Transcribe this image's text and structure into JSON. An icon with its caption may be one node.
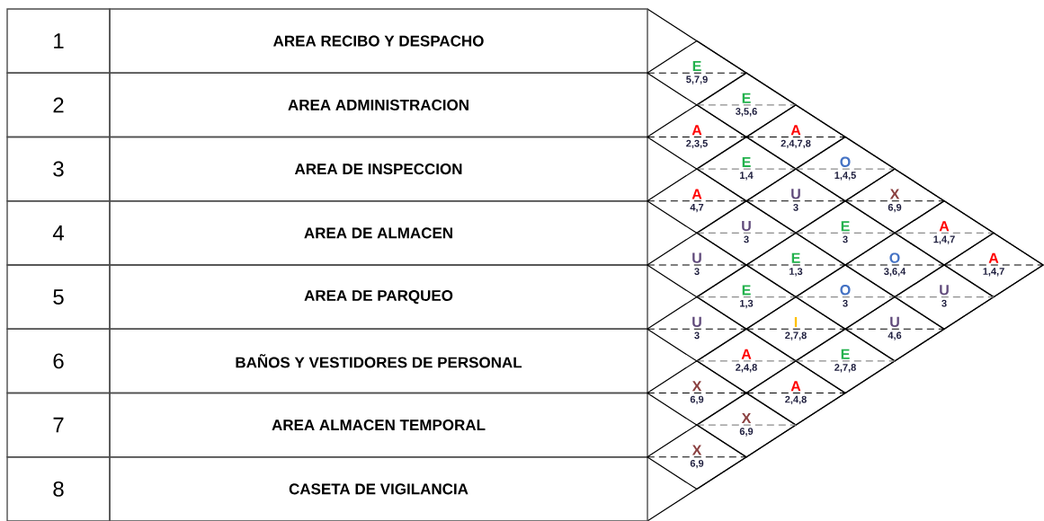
{
  "diagram": {
    "nodes": [
      {
        "text": [
          "E",
          "5,7,9"
        ]
      },
      {
        "text": [
          "E",
          "3,5,6"
        ]
      },
      {
        "text": [
          "A",
          "2,3,5"
        ]
      },
      {
        "text": [
          "A",
          "2,4,7,8"
        ]
      },
      {
        "text": [
          "E",
          "1,4"
        ]
      },
      {
        "text": [
          "O",
          "1,4,5"
        ]
      },
      {
        "text": [
          "A",
          "4,7"
        ]
      },
      {
        "text": [
          "U",
          "3"
        ]
      },
      {
        "text": [
          "X",
          "6,9"
        ]
      },
      {
        "text": [
          "U",
          "3"
        ]
      },
      {
        "text": [
          "E",
          "3"
        ]
      },
      {
        "text": [
          "A",
          "1,4,7"
        ]
      },
      {
        "text": [
          "U",
          "3"
        ]
      },
      {
        "text": [
          "E",
          "1,3"
        ]
      },
      {
        "text": [
          "O",
          "3,6,4"
        ]
      },
      {
        "text": [
          "A",
          "1,4,7"
        ]
      },
      {
        "text": [
          "E",
          "1,3"
        ]
      },
      {
        "text": [
          "O",
          "3"
        ]
      },
      {
        "text": [
          "U",
          "3"
        ]
      },
      {
        "text": [
          "U",
          "3"
        ]
      },
      {
        "text": [
          "I",
          "2,7,8"
        ]
      },
      {
        "text": [
          "U",
          "4,6"
        ]
      },
      {
        "text": [
          "A",
          "2,4,8"
        ]
      },
      {
        "text": [
          "E",
          "2,7,8"
        ]
      },
      {
        "text": [
          "X",
          "6,9"
        ]
      },
      {
        "text": [
          "A",
          "2,4,8"
        ]
      },
      {
        "text": [
          "X",
          "6,9"
        ]
      },
      {
        "text": [
          "X",
          "6,9"
        ]
      }
    ],
    "labels": [
      "1",
      "AREA RECIBO Y DESPACHO",
      "2",
      "AREA ADMINISTRACION",
      "3",
      "AREA DE INSPECCION",
      "4",
      "AREA DE ALMACEN",
      "5",
      "AREA DE PARQUEO",
      "6",
      "BAÑOS Y VESTIDORES DE PERSONAL",
      "7",
      "AREA ALMACEN TEMPORAL",
      "8",
      "CASETA DE VIGILANCIA"
    ]
  }
}
